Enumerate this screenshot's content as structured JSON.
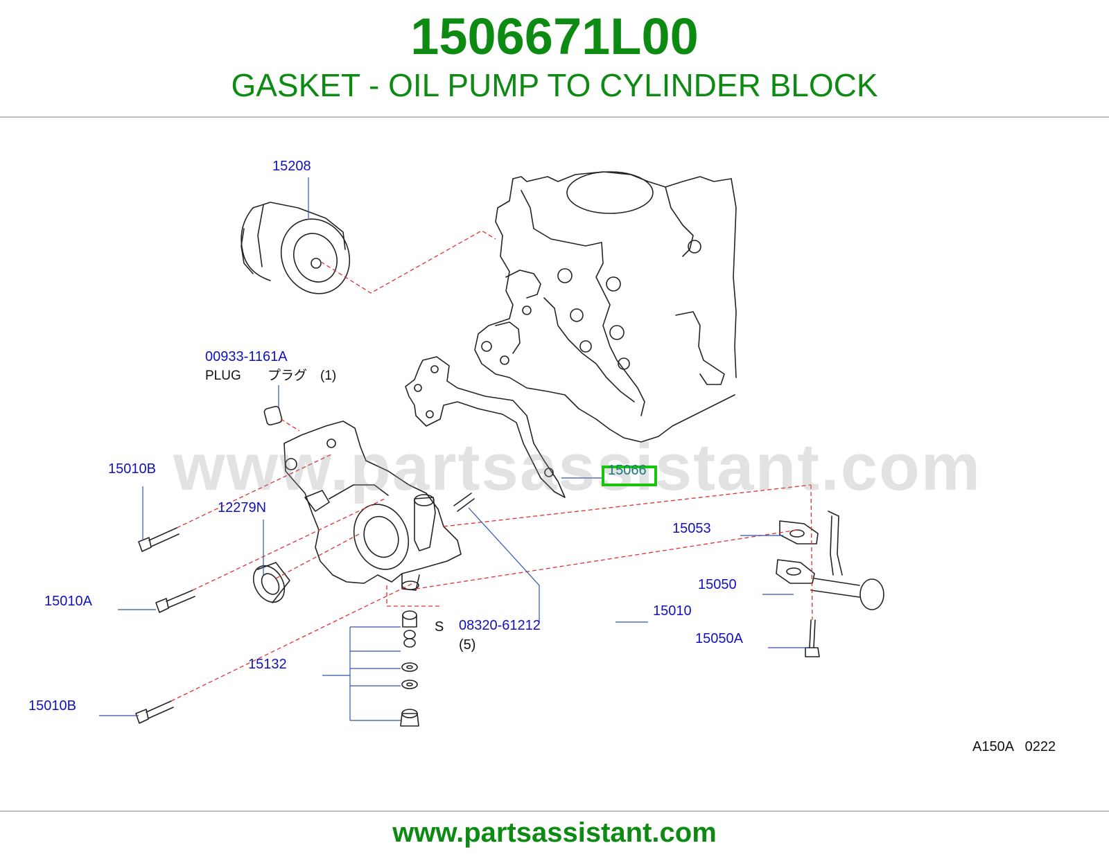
{
  "header": {
    "part_number": "1506671L00",
    "description": "GASKET - OIL PUMP TO CYLINDER BLOCK"
  },
  "diagram": {
    "watermark": "www.partsassistant.com",
    "labels": {
      "l15208": "15208",
      "l00933": "00933-1161A",
      "plug": "PLUG",
      "plug_jp": "プラグ",
      "plug_qty": "(1)",
      "l15010B_top": "15010B",
      "l12279N": "12279N",
      "l15066": "15066",
      "l15053": "15053",
      "l15050": "15050",
      "l15010A": "15010A",
      "s_mark": "S",
      "l08320": "08320-61212",
      "l08320_qty": "(5)",
      "l15010": "15010",
      "l15050A": "15050A",
      "l15132": "15132",
      "l15010B_bottom": "15010B",
      "diagram_code": "A150A   0222"
    },
    "highlighted_part": "15066",
    "colors": {
      "title_green": "#0d8a12",
      "label_blue": "#1010c0",
      "leader_red": "#e03030",
      "highlight_green": "#19c40f"
    }
  },
  "footer": {
    "url": "www.partsassistant.com"
  }
}
